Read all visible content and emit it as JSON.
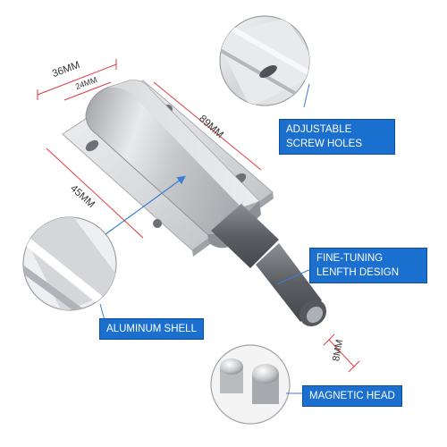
{
  "dimensions": {
    "width": "36MM",
    "inner_width": "24MM",
    "length": "89MM",
    "height": "45MM",
    "tip": "8MM"
  },
  "callouts": {
    "screw_holes": "ADJUSTABLE SCREW HOLES",
    "fine_tuning": "FINE-TUNING LENFTH DESIGN",
    "shell": "ALUMINUM SHELL",
    "magnetic_head": "MAGNETIC HEAD"
  },
  "colors": {
    "callout_bg": "#1a6fcf",
    "dimension_line": "#e0393e",
    "body_metal": "#c9cbce",
    "plunger": "#6a6e73"
  }
}
